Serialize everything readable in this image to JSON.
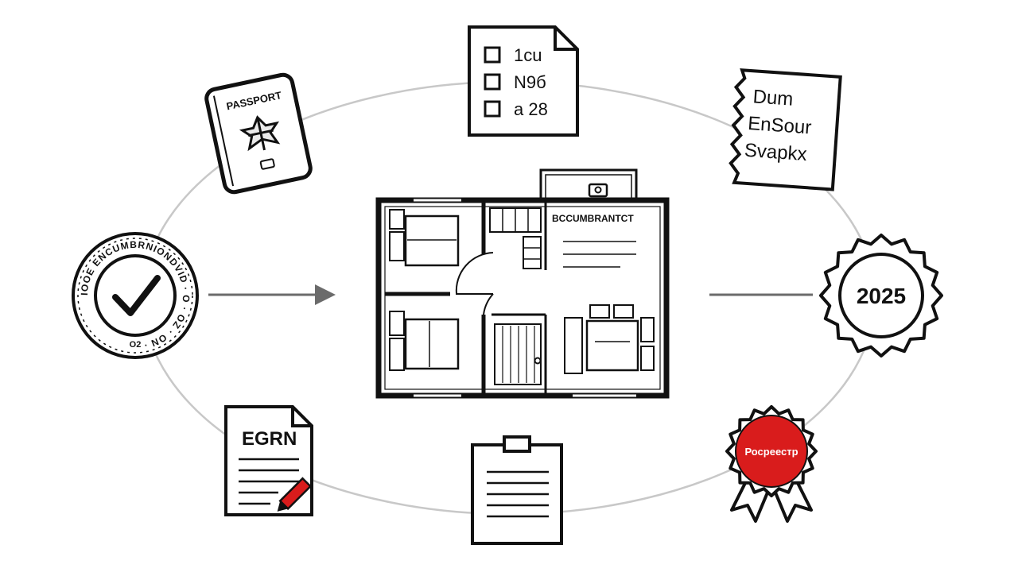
{
  "colors": {
    "ink": "#111111",
    "ring": "#c8c8c8",
    "accent_red": "#d91c1c",
    "arrow": "#6b6b6b",
    "background": "#ffffff"
  },
  "passport": {
    "label": "PASSPORT",
    "icon": "passport-icon"
  },
  "checklist": {
    "icon": "checklist-icon",
    "items": [
      "1cu",
      "N9б",
      "а 28"
    ]
  },
  "receipt": {
    "icon": "receipt-icon",
    "lines": [
      "Dum",
      "EnSour",
      "Svapkx"
    ]
  },
  "encumbrance_seal": {
    "icon": "seal-check-icon",
    "ring_text": "IOOE ENCUMBRNIONDVID · O · OZ · ON ·",
    "year": "O2"
  },
  "year_badge": {
    "icon": "year-badge-icon",
    "text": "2025"
  },
  "egrn_doc": {
    "icon": "document-pen-icon",
    "title": "EGRN"
  },
  "clipboard": {
    "icon": "clipboard-icon"
  },
  "rosreestr_award": {
    "icon": "award-ribbon-icon",
    "text": "Росреестр"
  },
  "floor_plan": {
    "icon": "floor-plan-icon",
    "label": "BCCUMBRANTCT"
  }
}
